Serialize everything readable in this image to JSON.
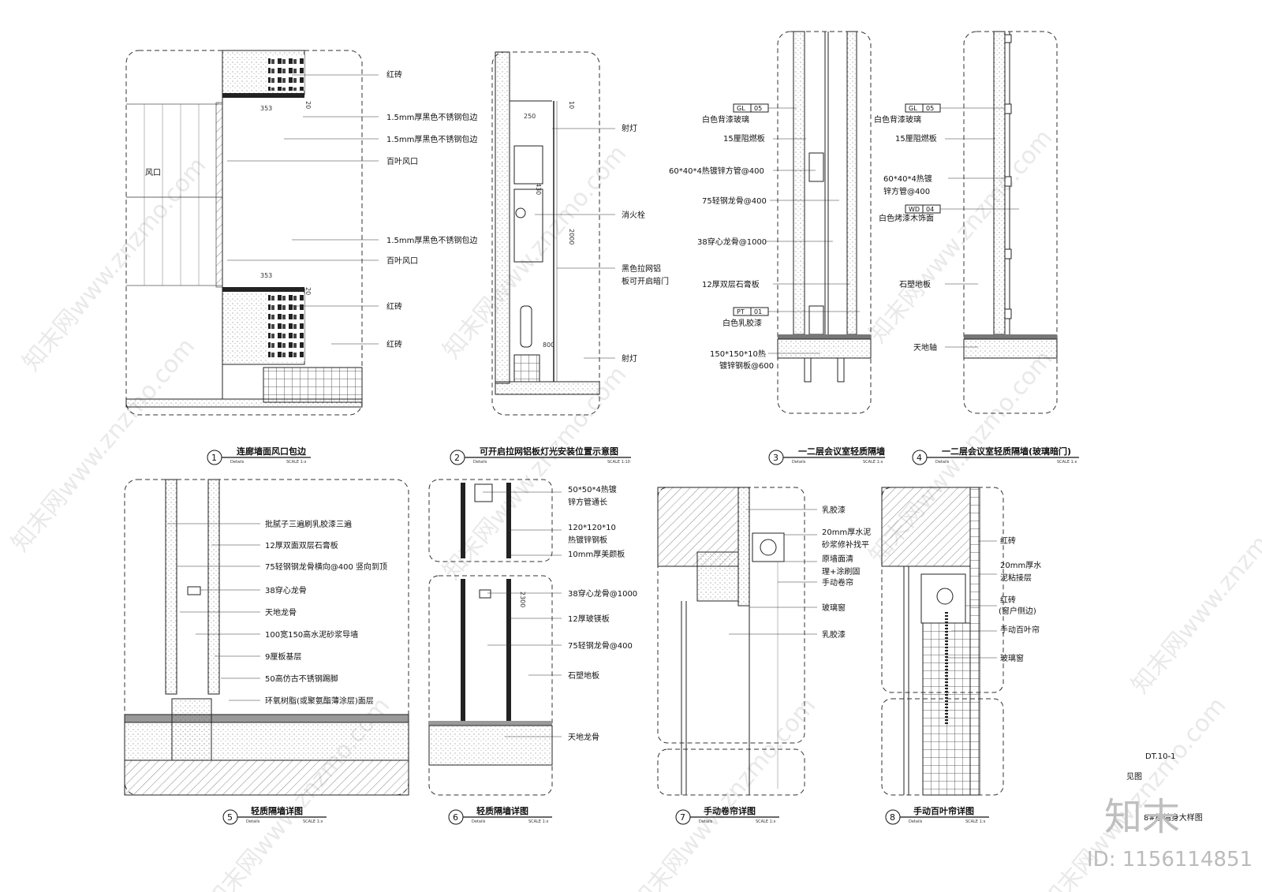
{
  "details": [
    {
      "number": "1",
      "title": "连廊墙面风口包边",
      "subtitle": "Details",
      "scale": "SCALE 1:x"
    },
    {
      "number": "2",
      "title": "可开启拉网铝板灯光安装位置示意图",
      "subtitle": "Details",
      "scale": "SCALE 1:10"
    },
    {
      "number": "3",
      "title": "一二层会议室轻质隔墙",
      "subtitle": "Details",
      "scale": "SCALE 1:x"
    },
    {
      "number": "4",
      "title": "一二层会议室轻质隔墙(玻璃暗门)",
      "subtitle": "Details",
      "scale": "SCALE 1:x"
    },
    {
      "number": "5",
      "title": "轻质隔墙详图",
      "subtitle": "Details",
      "scale": "SCALE 1:x"
    },
    {
      "number": "6",
      "title": "轻质隔墙详图",
      "subtitle": "Details",
      "scale": "SCALE 1:x"
    },
    {
      "number": "7",
      "title": "手动卷帘详图",
      "subtitle": "Details",
      "scale": "SCALE 1:x"
    },
    {
      "number": "8",
      "title": "手动百叶帘详图",
      "subtitle": "Details",
      "scale": "SCALE 1:x"
    }
  ],
  "d1": {
    "labels": [
      "红砖",
      "1.5mm厚黑色不锈钢包边",
      "1.5mm厚黑色不锈钢包边",
      "百叶风口",
      "1.5mm厚黑色不锈钢包边",
      "百叶风口",
      "红砖",
      "红砖"
    ],
    "inner": "风口",
    "dims": [
      "353",
      "20",
      "353",
      "20"
    ]
  },
  "d2": {
    "labels": [
      "射灯",
      "消火栓",
      "黑色拉网铝",
      "板可开启暗门",
      "射灯"
    ],
    "dims": [
      "250",
      "10",
      "430",
      "2000",
      "800"
    ]
  },
  "d3": {
    "codes": [
      {
        "tag": "GL",
        "num": "05"
      },
      {
        "tag": "PT",
        "num": "01"
      }
    ],
    "labels": [
      "白色背漆玻璃",
      "15厘阻燃板",
      "60*40*4热镀锌方管@400",
      "75轻钢龙骨@400",
      "38穿心龙骨@1000",
      "12厚双层石膏板",
      "白色乳胶漆",
      "150*150*10热",
      "镀锌钢板@600"
    ]
  },
  "d4": {
    "codes": [
      {
        "tag": "GL",
        "num": "05"
      },
      {
        "tag": "WD",
        "num": "04"
      }
    ],
    "labels": [
      "白色背漆玻璃",
      "15厘阻燃板",
      "60*40*4热镀",
      "锌方管@400",
      "白色烤漆木饰面",
      "石塑地板",
      "天地轴"
    ]
  },
  "d5": {
    "labels": [
      "批腻子三遍刷乳胶漆三遍",
      "12厚双面双层石膏板",
      "75轻钢钢龙骨横向@400 竖向到顶",
      "38穿心龙骨",
      "天地龙骨",
      "100宽150高水泥砂浆导墙",
      "9厘板基层",
      "50高仿古不锈钢踢脚",
      "环氧树脂(或聚氨酯薄涂层)面层"
    ]
  },
  "d6": {
    "labels": [
      "50*50*4热镀",
      "锌方管通长",
      "120*120*10",
      "热镀锌钢板",
      "10mm厚美颜板",
      "38穿心龙骨@1000",
      "12厚玻镁板",
      "75轻钢龙骨@400",
      "石塑地板",
      "天地龙骨"
    ],
    "dims": [
      "2300"
    ]
  },
  "d7": {
    "labels": [
      "乳胶漆",
      "20mm厚水泥",
      "砂浆修补找平",
      "原墙面清",
      "理+涂刷固",
      "手动卷帘",
      "玻璃窗",
      "乳胶漆"
    ]
  },
  "d8": {
    "labels": [
      "红砖",
      "20mm厚水",
      "泥粘接层",
      "红砖",
      "(窗户侧边)",
      "手动百叶帘",
      "玻璃窗"
    ]
  },
  "sheet": {
    "code": "DT.10-1",
    "note": "见图",
    "partial": "8#楼墙身大样图"
  },
  "watermark": {
    "text": "知末网www.znzmo.com",
    "logo": "知末",
    "id": "ID: 1156114851"
  }
}
